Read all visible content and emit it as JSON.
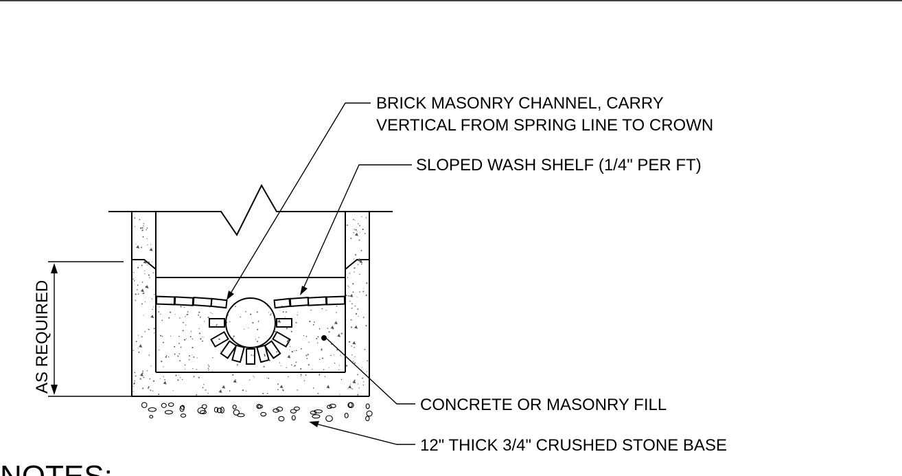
{
  "labels": {
    "brick_channel_line1": "BRICK MASONRY CHANNEL, CARRY",
    "brick_channel_line2": "VERTICAL FROM SPRING LINE TO CROWN",
    "wash_shelf": "SLOPED WASH SHELF (1/4\" PER FT)",
    "fill": "CONCRETE OR MASONRY FILL",
    "base": "12\" THICK 3/4\" CRUSHED STONE BASE",
    "dimension": "AS REQUIRED",
    "notes_heading": "NOTES:"
  },
  "colors": {
    "line": "#000000",
    "background": "#ffffff"
  }
}
